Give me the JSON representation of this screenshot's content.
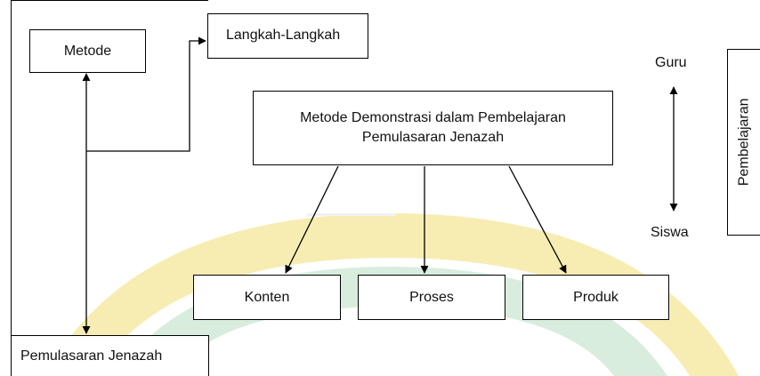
{
  "diagram": {
    "nodes": {
      "metode": "Metode",
      "langkah": "Langkah-Langkah",
      "central": [
        "Metode Demonstrasi dalam Pembelajaran",
        "Pemulasaran Jenazah"
      ],
      "konten": "Konten",
      "proses": "Proses",
      "produk": "Produk",
      "pemulasaran": "Pemulasaran Jenazah",
      "guru": "Guru",
      "siswa": "Siswa",
      "pembelajaran": "Pembelajaran"
    },
    "edges": [
      {
        "from": "metode",
        "to": "pemulasaran",
        "type": "bidirectional"
      },
      {
        "from": "metode",
        "to": "langkah",
        "type": "directed"
      },
      {
        "from": "central",
        "to": "konten",
        "type": "directed"
      },
      {
        "from": "central",
        "to": "proses",
        "type": "directed"
      },
      {
        "from": "central",
        "to": "produk",
        "type": "directed"
      },
      {
        "from": "guru",
        "to": "siswa",
        "type": "bidirectional"
      }
    ],
    "colors": {
      "watermark_yellow": "#f7edb3",
      "watermark_green": "#d9eddf",
      "line": "#000000"
    }
  }
}
